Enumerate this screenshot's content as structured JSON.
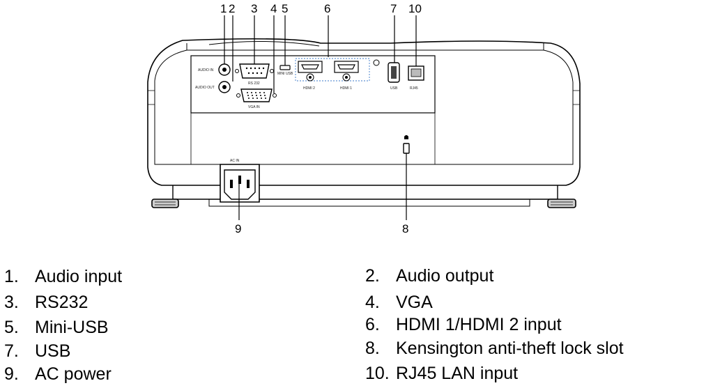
{
  "callouts": [
    "1",
    "2",
    "3",
    "4",
    "5",
    "6",
    "7",
    "10",
    "9",
    "8"
  ],
  "port_labels": {
    "audio_in": "AUDIO IN",
    "audio_out": "AUDIO OUT",
    "rs232": "RS 232",
    "vga_in": "VGA IN",
    "mini_usb": "MINI USB",
    "hdmi2": "HDMI 2",
    "hdmi1": "HDMI 1",
    "usb": "USB",
    "rj45": "RJ45",
    "ac_in": "AC IN"
  },
  "legend": [
    {
      "num": "1.",
      "text": "Audio input"
    },
    {
      "num": "2.",
      "text": "Audio output"
    },
    {
      "num": "3.",
      "text": "RS232"
    },
    {
      "num": "4.",
      "text": "VGA"
    },
    {
      "num": "5.",
      "text": "Mini-USB"
    },
    {
      "num": "6.",
      "text": "HDMI 1/HDMI 2 input"
    },
    {
      "num": "7.",
      "text": "USB"
    },
    {
      "num": "8.",
      "text": "Kensington anti-theft lock slot"
    },
    {
      "num": "9.",
      "text": "AC power"
    },
    {
      "num": "10.",
      "text": "RJ45 LAN input"
    }
  ]
}
